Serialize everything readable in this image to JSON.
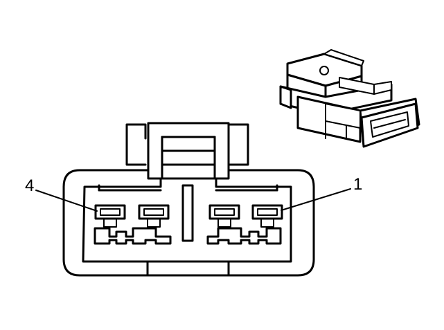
{
  "diagram": {
    "pin_labels": [
      {
        "id": "pin-4",
        "text": "4"
      },
      {
        "id": "pin-1",
        "text": "1"
      }
    ],
    "terminal_cavities": 4
  }
}
